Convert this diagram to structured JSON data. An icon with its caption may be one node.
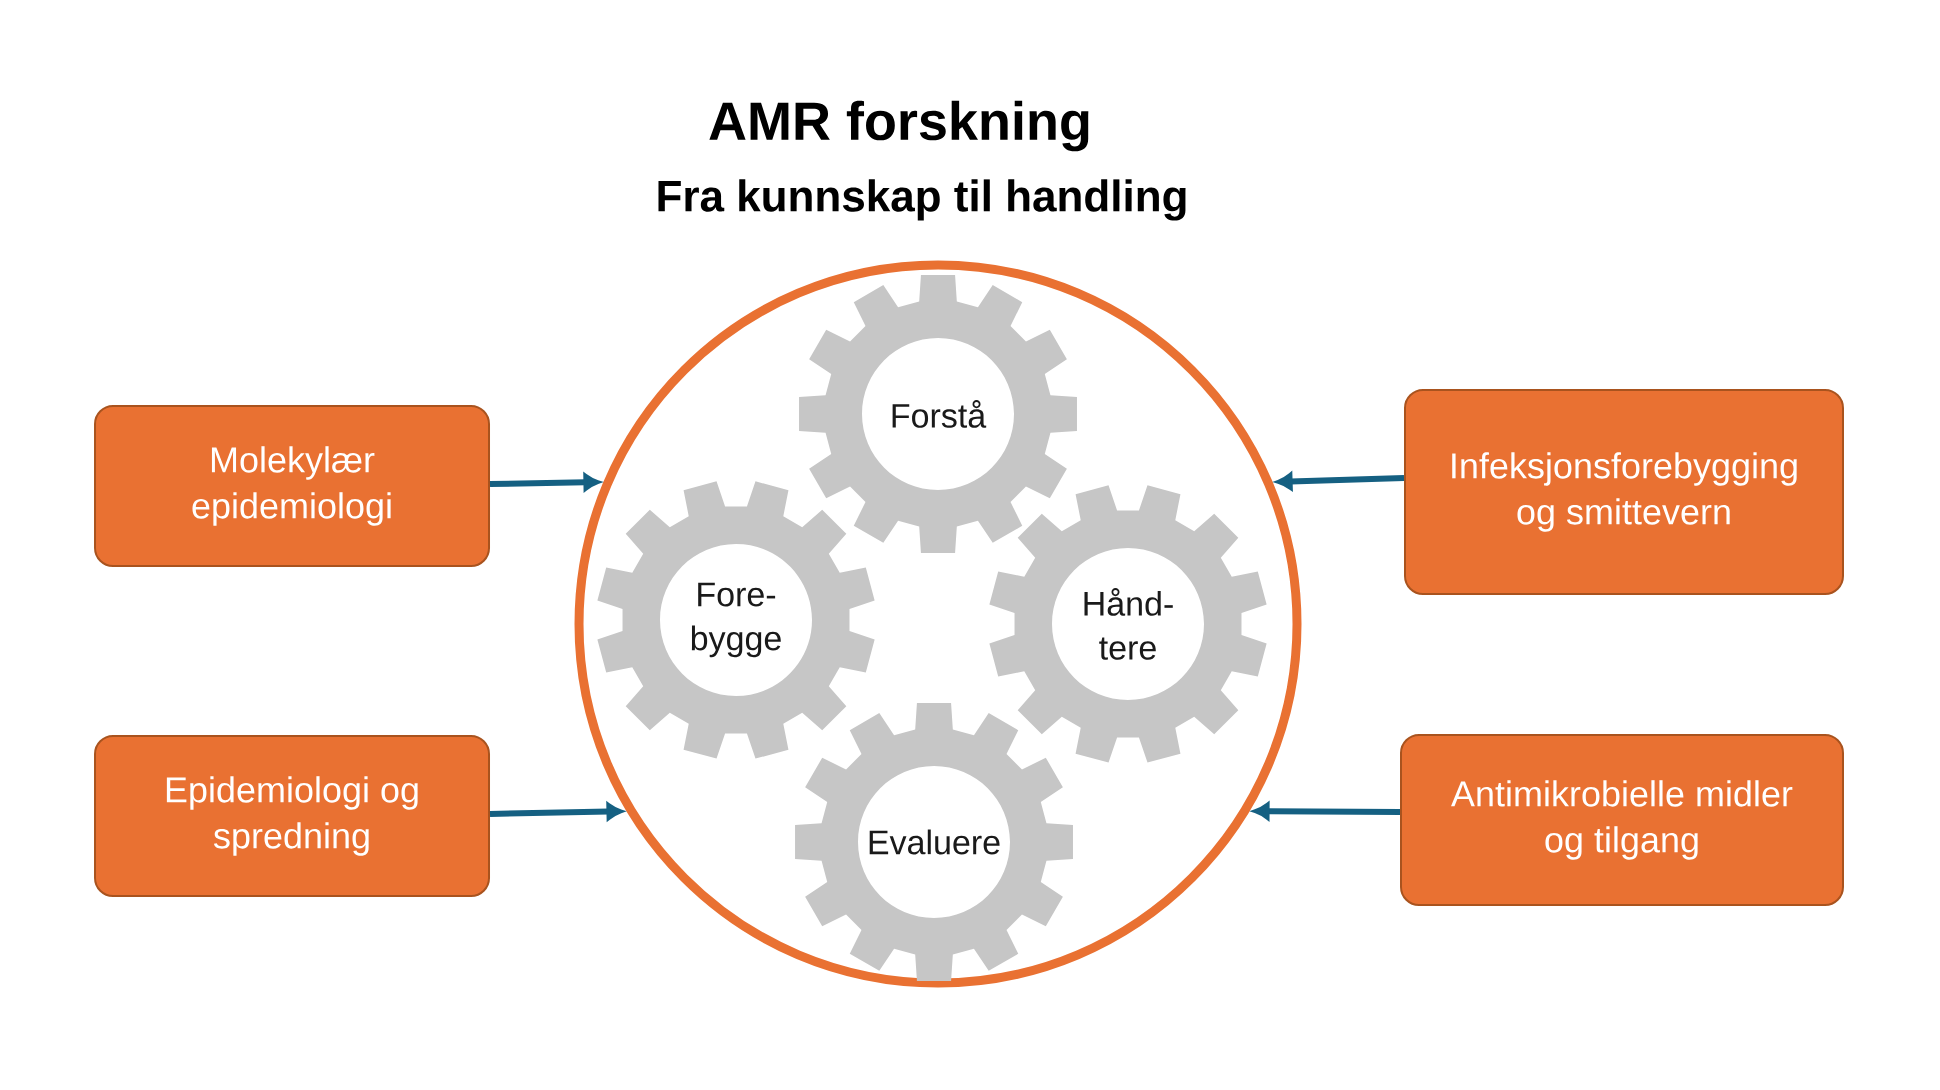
{
  "diagram": {
    "title": "AMR forskning",
    "nodes": [
      {
        "text": [
          "Molekylær epidemiologi"
        ]
      },
      {
        "text": [
          "Infeksjonsforebygging og smittevern"
        ]
      },
      {
        "text": [
          "Epidemiologi og spredning"
        ]
      },
      {
        "text": [
          "Antimikrobielle midler og tilgang"
        ]
      },
      {
        "text": [],
        "shape": "circle"
      },
      {
        "text": [
          "Forstå"
        ],
        "in": 4
      },
      {
        "text": [
          "Fore- bygge"
        ],
        "in": 4
      },
      {
        "text": [
          "Hånd- tere"
        ],
        "in": 4
      },
      {
        "text": [
          "Evaluere"
        ],
        "in": 4
      }
    ],
    "edges": [
      {
        "from": 0,
        "to": 4,
        "arrow": "to"
      },
      {
        "from": 1,
        "to": 4,
        "arrow": "to"
      },
      {
        "from": 2,
        "to": 4,
        "arrow": "to"
      },
      {
        "from": 3,
        "to": 4,
        "arrow": "to"
      }
    ],
    "labels": [
      "Fra kunnskap til handling"
    ]
  }
}
